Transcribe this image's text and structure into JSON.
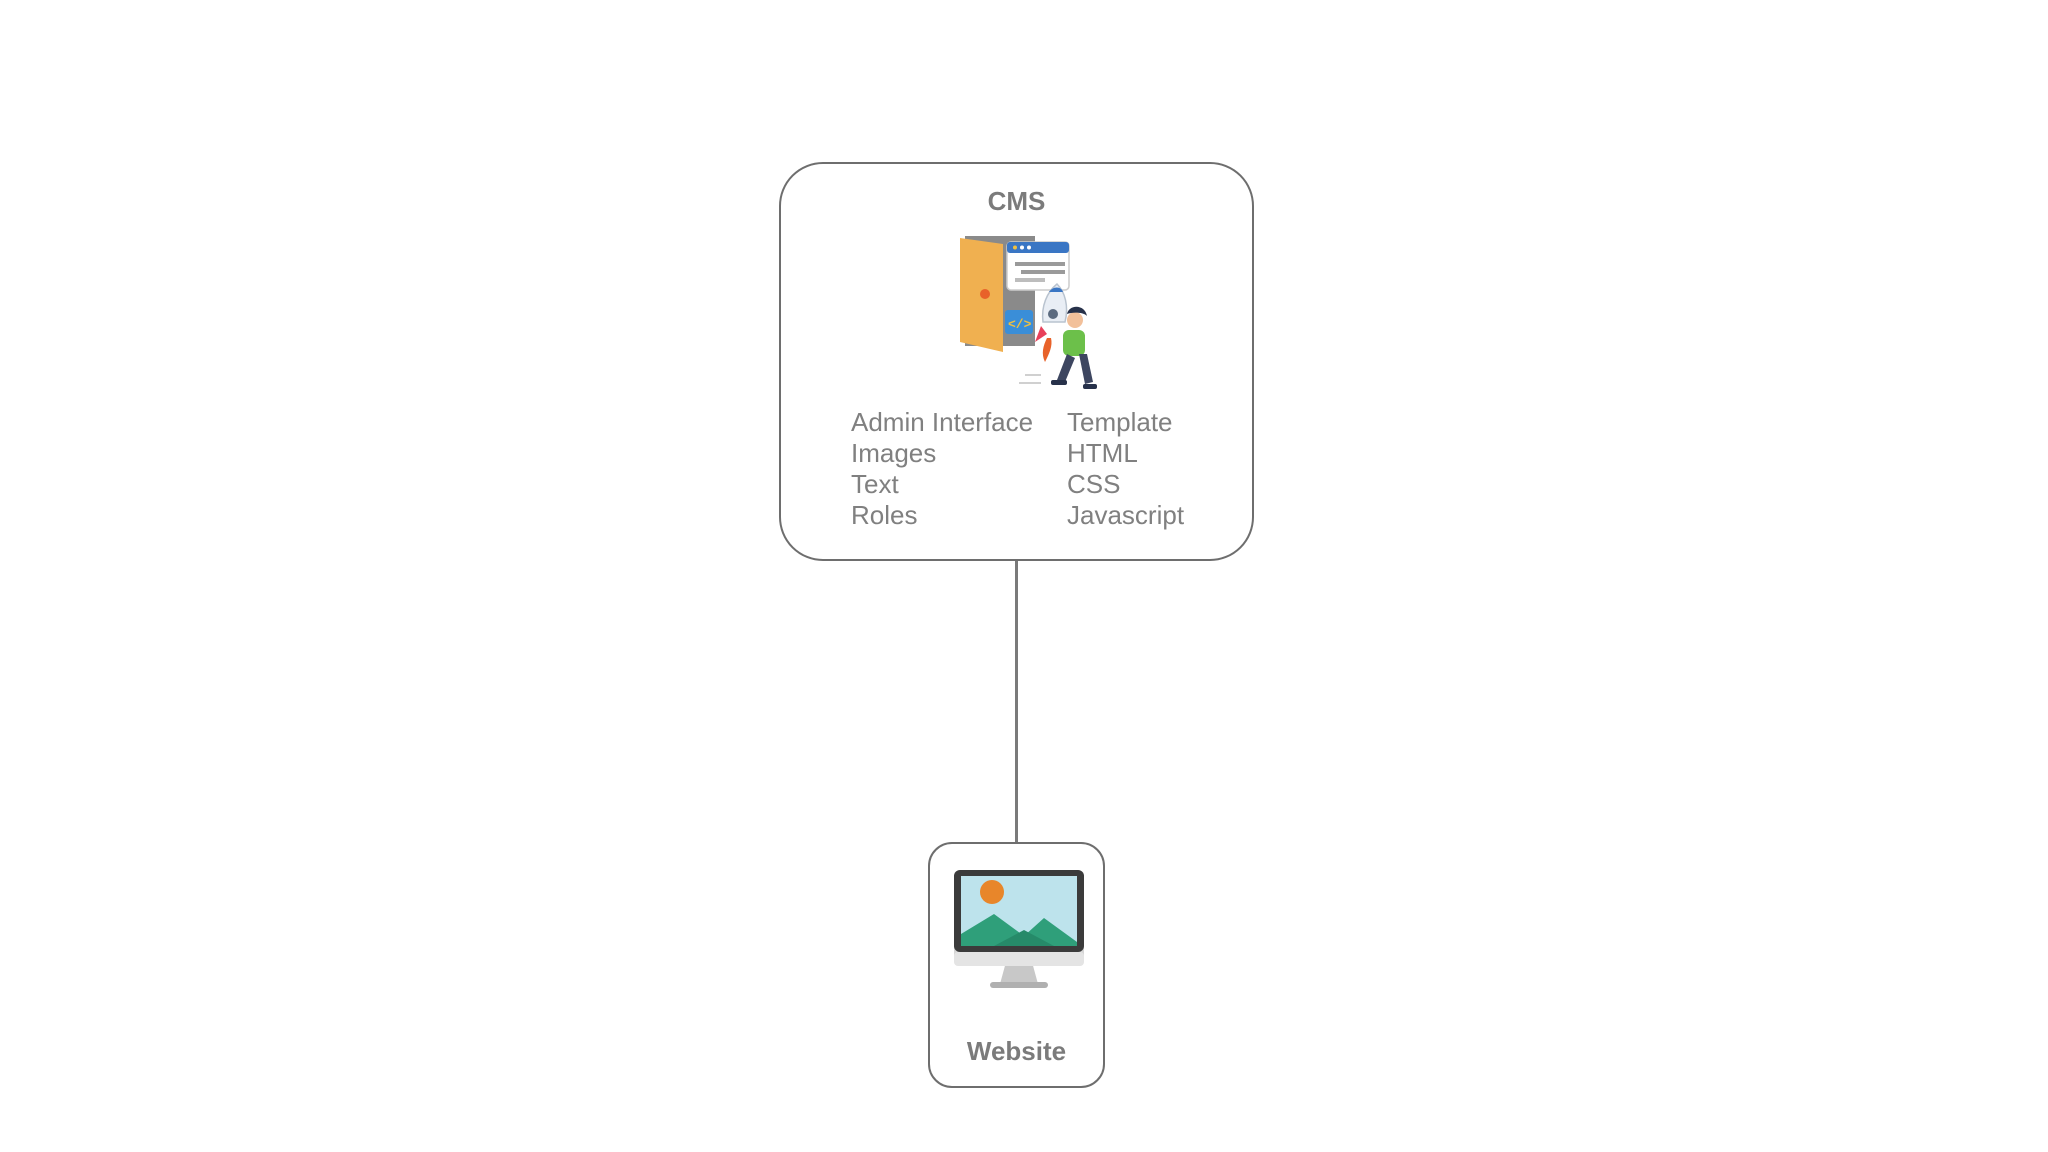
{
  "cms": {
    "title": "CMS",
    "illustration_icon": "developer-rocket-door-icon",
    "left_items": [
      "Admin Interface",
      "Images",
      "Text",
      "Roles"
    ],
    "right_items": [
      "Template",
      "HTML",
      "CSS",
      "Javascript"
    ]
  },
  "website": {
    "title": "Website",
    "icon": "monitor-landscape-icon"
  },
  "colors": {
    "border": "#6e6e6e",
    "text": "#7b7b7b",
    "door": "#f0b050",
    "browser_bar": "#3a76c4",
    "sun": "#e8862a",
    "hills": "#2f9f7a"
  }
}
